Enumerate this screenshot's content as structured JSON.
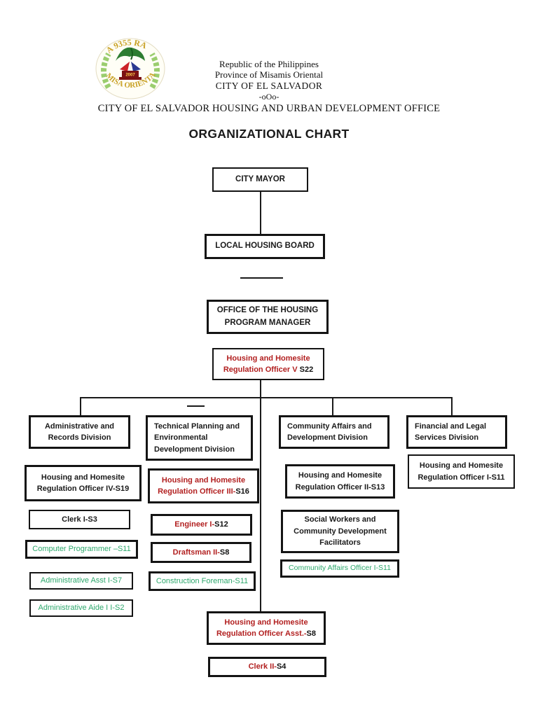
{
  "palette": {
    "red": "#b22020",
    "green": "#2ea86d",
    "line": "#1a1a1a"
  },
  "header": {
    "line1": "Republic of the Philippines",
    "line2": "Province of Misamis Oriental",
    "line3": "CITY OF  EL SALVADOR",
    "line4": "-oOo-",
    "line5": "CITY OF EL SALVADOR HOUSING AND URBAN DEVELOPMENT OFFICE",
    "seal_year": "2007"
  },
  "title": "ORGANIZATIONAL CHART",
  "nodes": {
    "mayor": {
      "label": "CITY MAYOR"
    },
    "board": {
      "label": "LOCAL HOUSING BOARD"
    },
    "ohpm": {
      "label": [
        "OFFICE OF THE HOUSING",
        "PROGRAM MANAGER"
      ]
    },
    "hhro5": {
      "label": [
        "Housing and Homesite",
        "Regulation Officer V "
      ],
      "grade": "S22"
    },
    "admin_div": {
      "label": [
        "Administrative and",
        "Records Division"
      ]
    },
    "tech_div": {
      "label": [
        "Technical Planning and",
        "Environmental",
        "Development Division"
      ]
    },
    "community_div": {
      "label": [
        "Community Affairs and",
        "Development Division"
      ]
    },
    "financial_div": {
      "label": [
        "Financial and Legal",
        "Services Division"
      ]
    },
    "hhro4": {
      "label": [
        "Housing and Homesite",
        "Regulation Officer IV-S19"
      ]
    },
    "hhro3": {
      "label": [
        "Housing and Homesite",
        "Regulation Officer III-"
      ],
      "grade": "S16"
    },
    "hhro2": {
      "label": [
        "Housing and Homesite",
        "Regulation Officer II-S13"
      ]
    },
    "hhro1": {
      "label": [
        "Housing and Homesite",
        "Regulation Officer I-S11"
      ]
    },
    "clerk1": {
      "label": "Clerk I-S3"
    },
    "engineer": {
      "label": "Engineer I-",
      "grade": "S12"
    },
    "programmer": {
      "label": "Computer Programmer –S11"
    },
    "draftsman": {
      "label": "Draftsman II-",
      "grade": "S8"
    },
    "social": {
      "label": [
        "Social Workers and",
        "Community Development",
        "Facilitators"
      ]
    },
    "admin_asst": {
      "label": "Administrative Asst I-S7"
    },
    "foreman": {
      "label": "Construction Foreman-S11"
    },
    "cao": {
      "label": "Community Affairs Officer I-S11"
    },
    "admin_aide": {
      "label": "Administrative  Aide I I-S2"
    },
    "hhro_asst": {
      "label": [
        "Housing and Homesite",
        "Regulation Officer Asst.-"
      ],
      "grade": "S8"
    },
    "clerk2": {
      "label": "Clerk II-",
      "grade": "S4"
    }
  }
}
